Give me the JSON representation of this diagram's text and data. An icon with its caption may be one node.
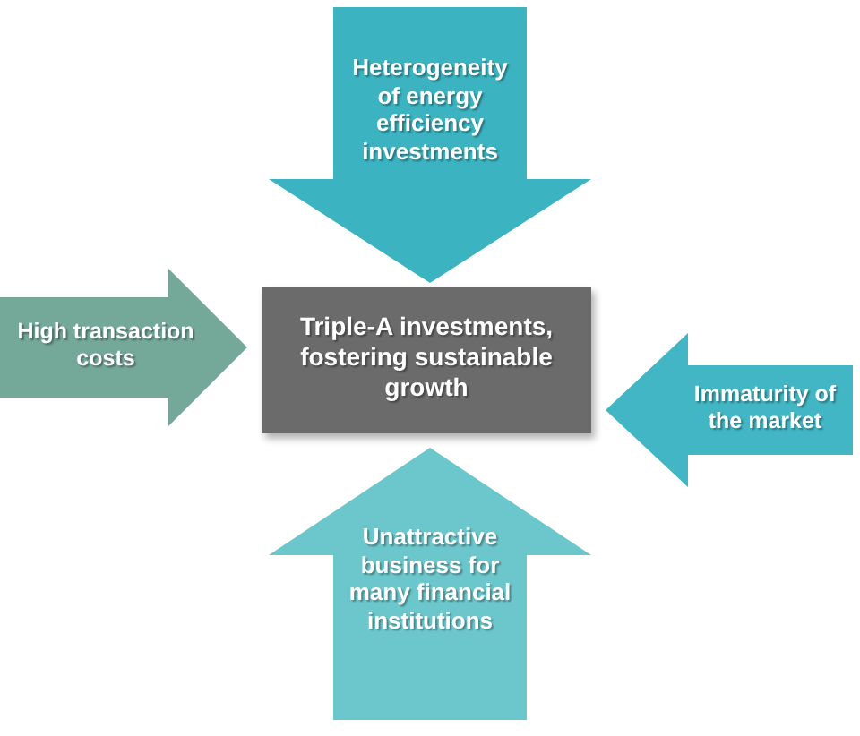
{
  "diagram": {
    "nodes": [
      {
        "text": [
          "Heterogeneity of energy efficiency investments"
        ]
      },
      {
        "text": [
          "High transaction costs"
        ]
      },
      {
        "text": [
          "Triple-A investments, fostering sustainable growth"
        ]
      },
      {
        "text": [
          "Immaturity of the market"
        ]
      },
      {
        "text": [
          "Unattractive business for many financial institutions"
        ]
      }
    ]
  }
}
